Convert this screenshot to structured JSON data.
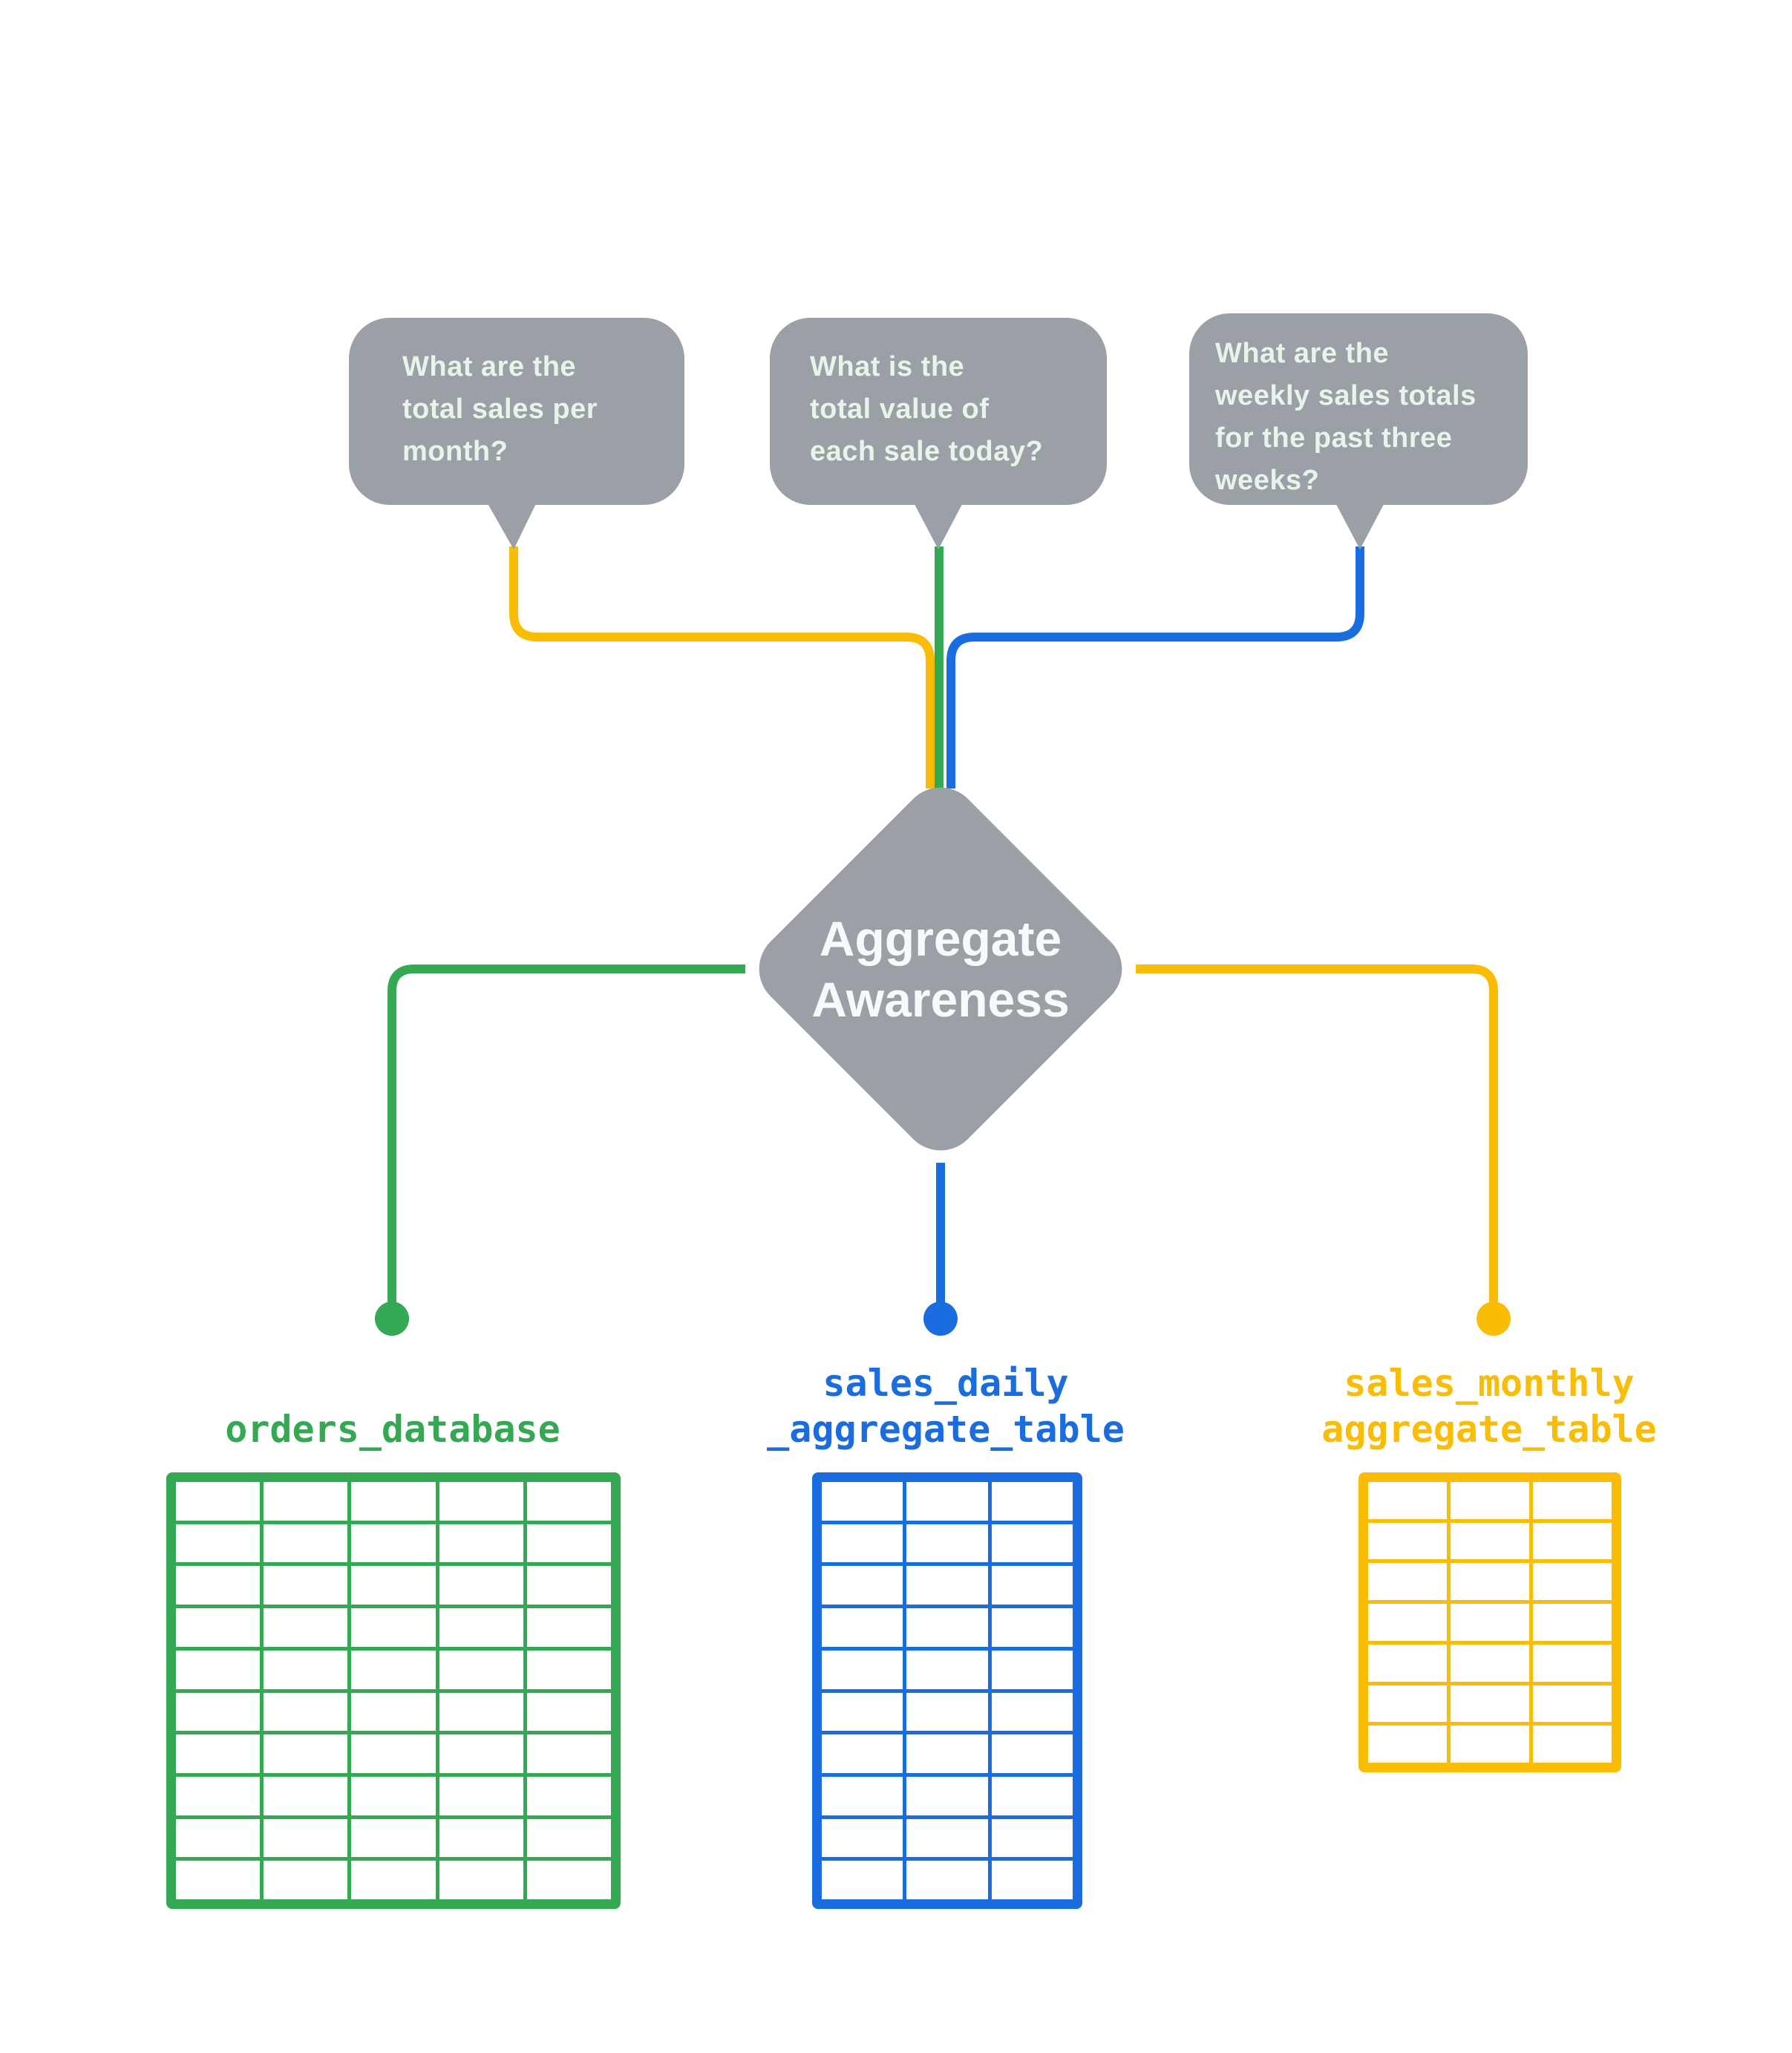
{
  "colors": {
    "green": "#34A853",
    "blue": "#1A6DE0",
    "yellow": "#FBBC04",
    "gray": "#9AA0A6",
    "bubble-text": "#E6F4EA",
    "diamond-text": "#F8F9FA",
    "bg": "#FFFFFF"
  },
  "bubbles": [
    {
      "id": "question-1",
      "lines": [
        "What are the",
        "total sales per",
        "month?"
      ]
    },
    {
      "id": "question-2",
      "lines": [
        "What is the",
        "total value of",
        "each sale today?"
      ]
    },
    {
      "id": "question-3",
      "lines": [
        "What are the",
        "weekly sales totals",
        "for the past three",
        "weeks?"
      ]
    }
  ],
  "diamond": {
    "lines": [
      "Aggregate",
      "Awareness"
    ]
  },
  "tables": [
    {
      "name": "orders_database",
      "label_lines": [
        "orders_database"
      ],
      "color": "green",
      "rows": 10,
      "cols": 5
    },
    {
      "name": "sales_daily_aggregate_table",
      "label_lines": [
        "sales_daily",
        "_aggregate_table"
      ],
      "color": "blue",
      "rows": 10,
      "cols": 3
    },
    {
      "name": "sales_monthly_aggregate_table",
      "label_lines": [
        "sales_monthly",
        "aggregate_table"
      ],
      "color": "yellow",
      "rows": 7,
      "cols": 3
    }
  ]
}
